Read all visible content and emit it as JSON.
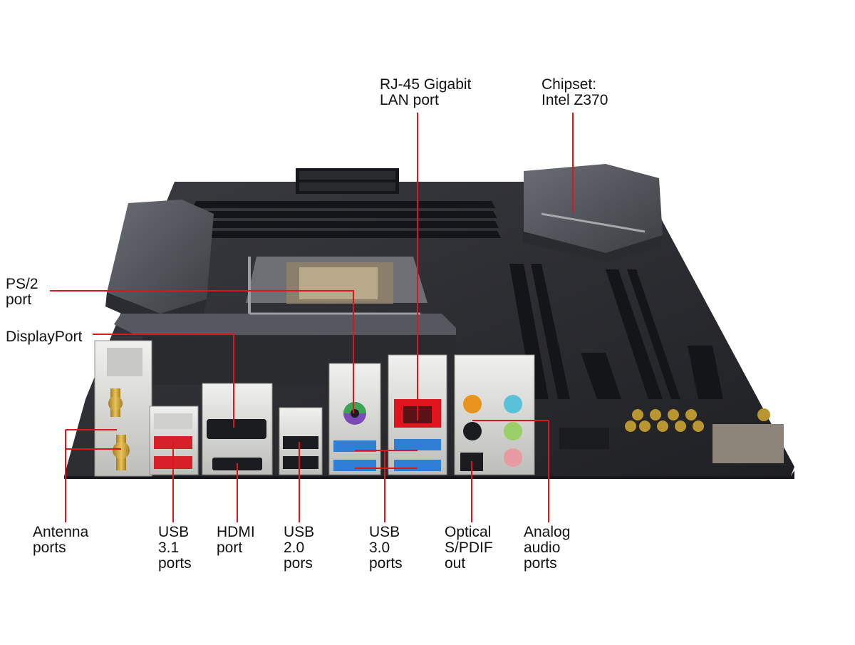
{
  "colors": {
    "callout_line": "#e0141c",
    "board_dark": "#2e2f33",
    "board_mid": "#4a4c52",
    "heatsink": "#5b5e65",
    "io_metal": "#d9d9d6",
    "usb3_blue": "#2f7fd6",
    "usb31_red": "#d8202a",
    "lan_red": "#e0141c",
    "gold": "#c9a23a",
    "label_text": "#111111"
  },
  "labels": {
    "rj45": "RJ-45 Gigabit\nLAN port",
    "chipset": "Chipset:\nIntel Z370",
    "ps2": "PS/2\nport",
    "displayport": "DisplayPort",
    "antenna": "Antenna\nports",
    "usb31": "USB\n3.1\nports",
    "hdmi": "HDMI\nport",
    "usb20": "USB\n2.0\npors",
    "usb30": "USB\n3.0\nports",
    "optical": "Optical\nS/PDIF\nout",
    "analog": "Analog\naudio\nports"
  },
  "icons": {
    "antenna": "antenna-connector-icon",
    "ps2": "ps2-port-icon",
    "lan": "rj45-port-icon",
    "chip": "chipset-icon"
  }
}
